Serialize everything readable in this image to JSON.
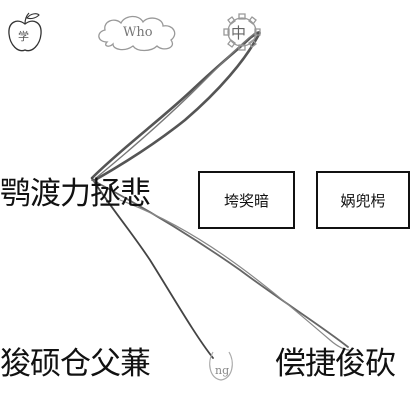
{
  "icons": {
    "apple": {
      "name": "apple-icon",
      "label": "学"
    },
    "cloud": {
      "name": "cloud-icon",
      "label": "Who"
    },
    "gear": {
      "name": "gear-icon",
      "label": "中"
    },
    "drop": {
      "name": "drop-icon",
      "label": "ng"
    }
  },
  "texts": {
    "left_mid": "鹗渡力拯悲",
    "left_bottom": "狻硕仓父蒹",
    "right_bottom": "偿捷俊砍"
  },
  "boxes": {
    "box1": "垮奖暗",
    "box2": "娲兜枵"
  }
}
